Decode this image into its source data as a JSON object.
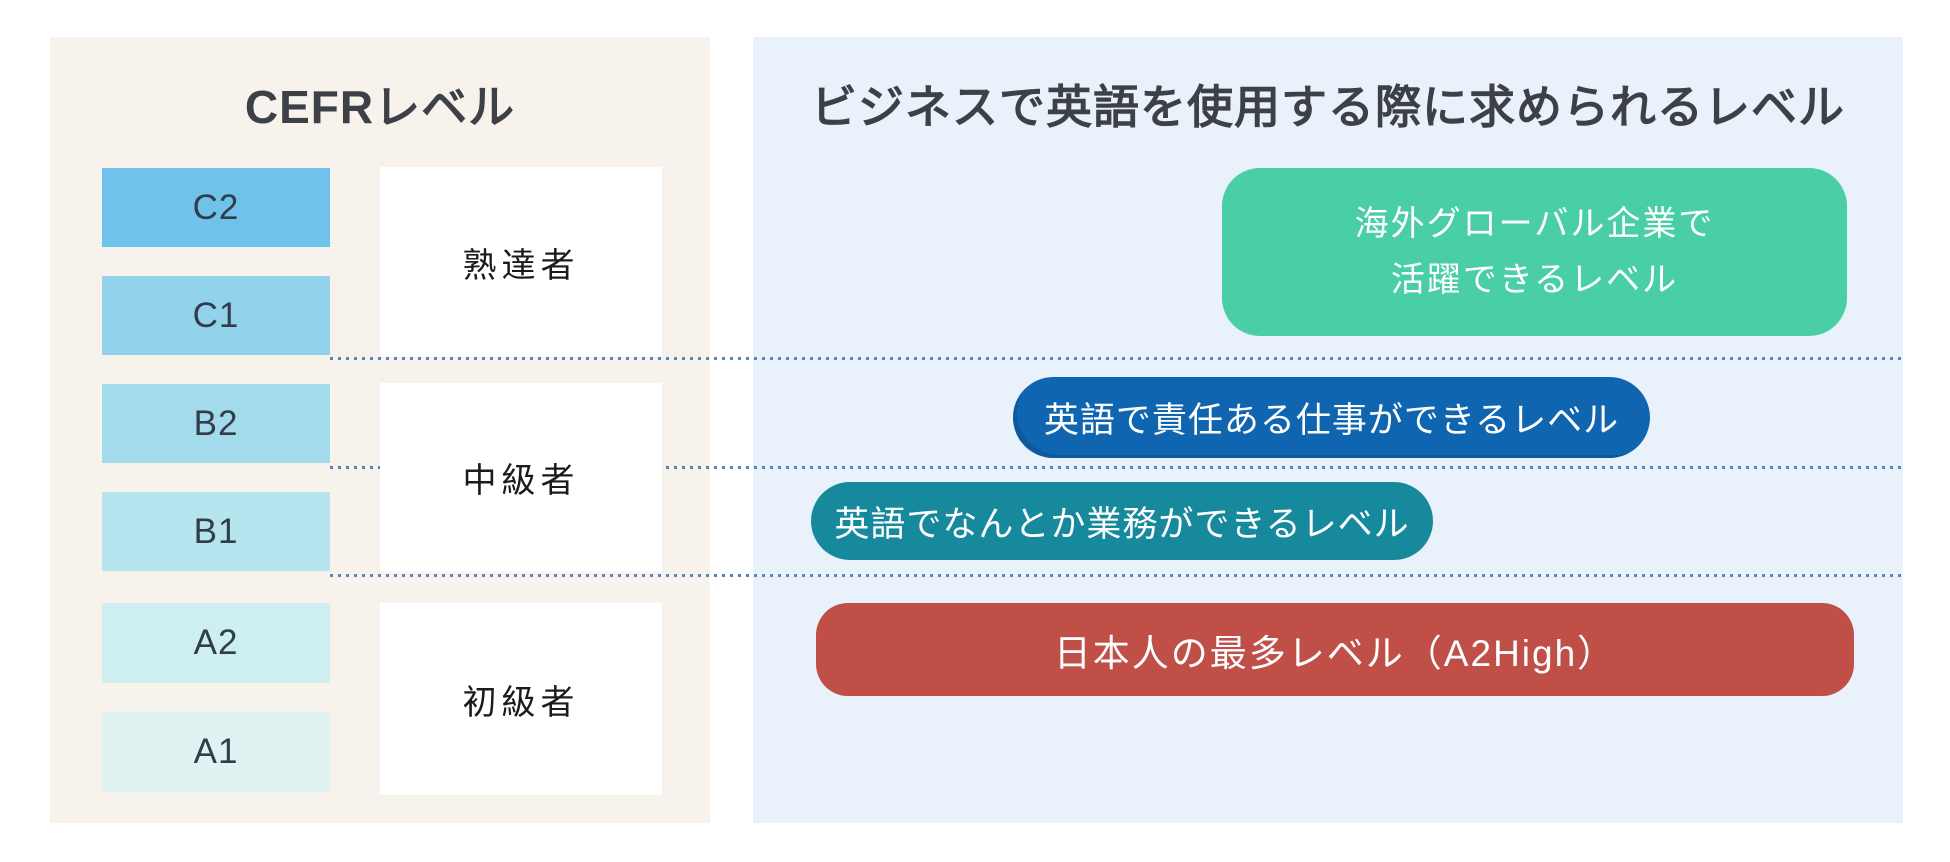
{
  "left_panel": {
    "title": "CEFRレベル",
    "background_color": "#f7f3ec",
    "levels": [
      {
        "code": "C2",
        "color": "#6fc2ea"
      },
      {
        "code": "C1",
        "color": "#92d2ea"
      },
      {
        "code": "B2",
        "color": "#a3daec"
      },
      {
        "code": "B1",
        "color": "#b7e5ef"
      },
      {
        "code": "A2",
        "color": "#cdeff0"
      },
      {
        "code": "A1",
        "color": "#dff4f2"
      }
    ],
    "categories": [
      {
        "label": "熟達者"
      },
      {
        "label": "中級者"
      },
      {
        "label": "初級者"
      }
    ]
  },
  "right_panel": {
    "title": "ビジネスで英語を使用する際に求められるレベル",
    "background_color": "#e9f1fa",
    "pills": [
      {
        "line1": "海外グローバル企業で",
        "line2": "活躍できるレベル",
        "color": "#4acea5",
        "levels_covered": "C1-C2"
      },
      {
        "text": "英語で責任ある仕事ができるレベル",
        "color": "#1065b1",
        "levels_covered": "B2"
      },
      {
        "text": "英語でなんとか業務ができるレベル",
        "color": "#17899c",
        "levels_covered": "B1"
      },
      {
        "text": "日本人の最多レベル（A2High）",
        "color": "#c04f48",
        "levels_covered": "A2"
      }
    ]
  },
  "divider": {
    "color": "#5b84bb",
    "count": 3
  }
}
